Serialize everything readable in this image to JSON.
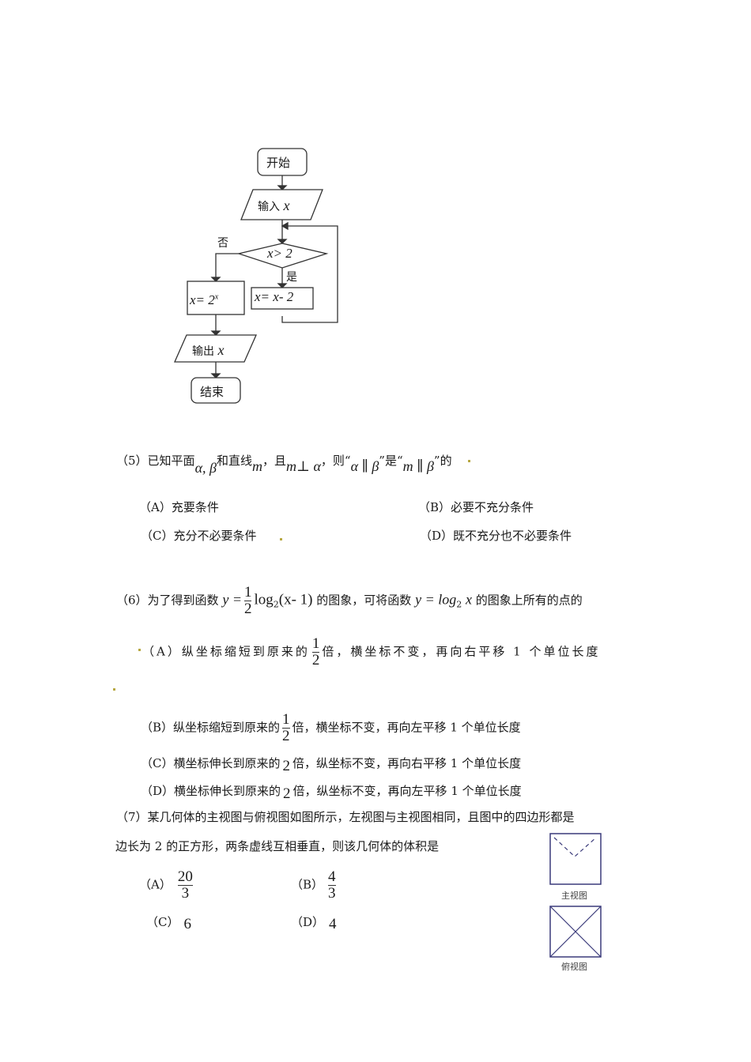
{
  "flowchart": {
    "start": "开始",
    "input": "输入",
    "input_var": "x",
    "condition": "x> 2",
    "no_label": "否",
    "yes_label": "是",
    "no_branch": "x= 2",
    "no_branch_exp": "x",
    "yes_branch": "x= x- 2",
    "output": "输出",
    "output_var": "x",
    "end": "结束"
  },
  "q5": {
    "number": "（5）",
    "t1": "已知平面",
    "planes": "α, β",
    "t2": "和直线",
    "line": "m",
    "t3": "，且",
    "cond": "m⊥ α",
    "t4": "，则“",
    "p1": "α ∥ β",
    "t5": "”是“",
    "p2": "m ∥ β",
    "t6": "”的",
    "options": [
      {
        "label": "（A）",
        "text": "充要条件"
      },
      {
        "label": "（B）",
        "text": "必要不充分条件"
      },
      {
        "label": "（C）",
        "text": "充分不必要条件"
      },
      {
        "label": "（D）",
        "text": "既不充分也不必要条件"
      }
    ]
  },
  "q6": {
    "number": "（6）",
    "t1": "为了得到函数",
    "f1_lhs": "y =",
    "f1_num": "1",
    "f1_den": "2",
    "f1_log": "log",
    "f1_base": "2",
    "f1_arg": "(x- 1)",
    "t2": "的图象，可将函数",
    "f2_lhs": "y = log",
    "f2_base": "2",
    "f2_arg": "x",
    "t3": "的图象上所有的点的",
    "options": [
      {
        "label": "（A）",
        "pre": "纵坐标缩短到原来的",
        "num": "1",
        "den": "2",
        "post": "倍，横坐标不变，再向右平移 1 个单位长度"
      },
      {
        "label": "（B）",
        "pre": "纵坐标缩短到原来的",
        "num": "1",
        "den": "2",
        "post": "倍，横坐标不变，再向左平移 1 个单位长度"
      },
      {
        "label": "（C）",
        "pre": "横坐标伸长到原来的",
        "val": "2",
        "post": "倍，纵坐标不变，再向右平移 1 个单位长度"
      },
      {
        "label": "（D）",
        "pre": "横坐标伸长到原来的",
        "val": "2",
        "post": "倍，纵坐标不变，再向左平移 1 个单位长度"
      }
    ]
  },
  "q7": {
    "number": "（7）",
    "line1": "某几何体的主视图与俯视图如图所示，左视图与主视图相同，且图中的四边形都是",
    "line2": "边长为 2 的正方形，两条虚线互相垂直，则该几何体的体积是",
    "options": [
      {
        "label": "（A）",
        "num": "20",
        "den": "3"
      },
      {
        "label": "（B）",
        "num": "4",
        "den": "3"
      },
      {
        "label": "（C）",
        "val": "6"
      },
      {
        "label": "（D）",
        "val": "4"
      }
    ],
    "front_view_caption": "主视图",
    "top_view_caption": "俯视图"
  }
}
